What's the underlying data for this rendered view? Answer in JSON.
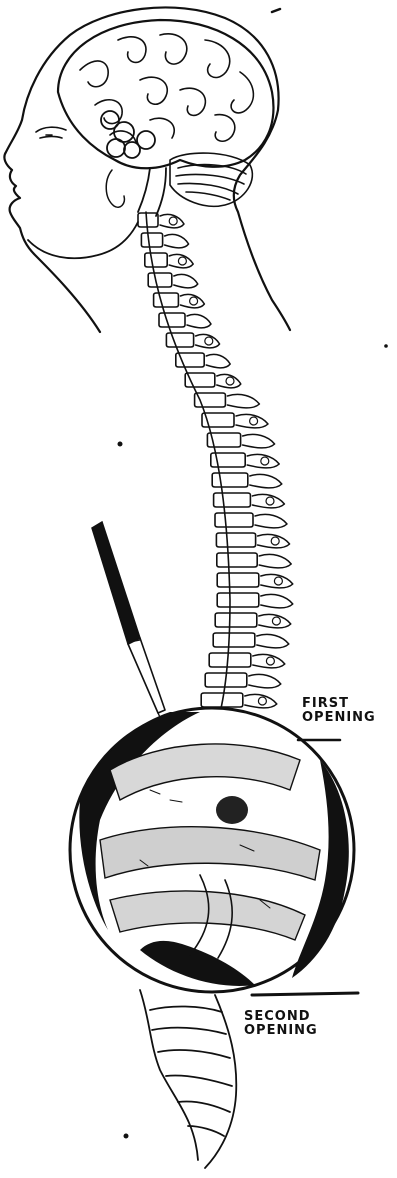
{
  "labels": {
    "first_opening": [
      "FIRST",
      "OPENING"
    ],
    "second_opening": [
      "SECOND",
      "OPENING"
    ]
  },
  "figure": {
    "parts": [
      "head-profile",
      "brain",
      "cerebellum",
      "spinal-column",
      "needle",
      "magnified-inset"
    ]
  },
  "colors": {
    "ink": "#111111",
    "paper": "#ffffff"
  }
}
